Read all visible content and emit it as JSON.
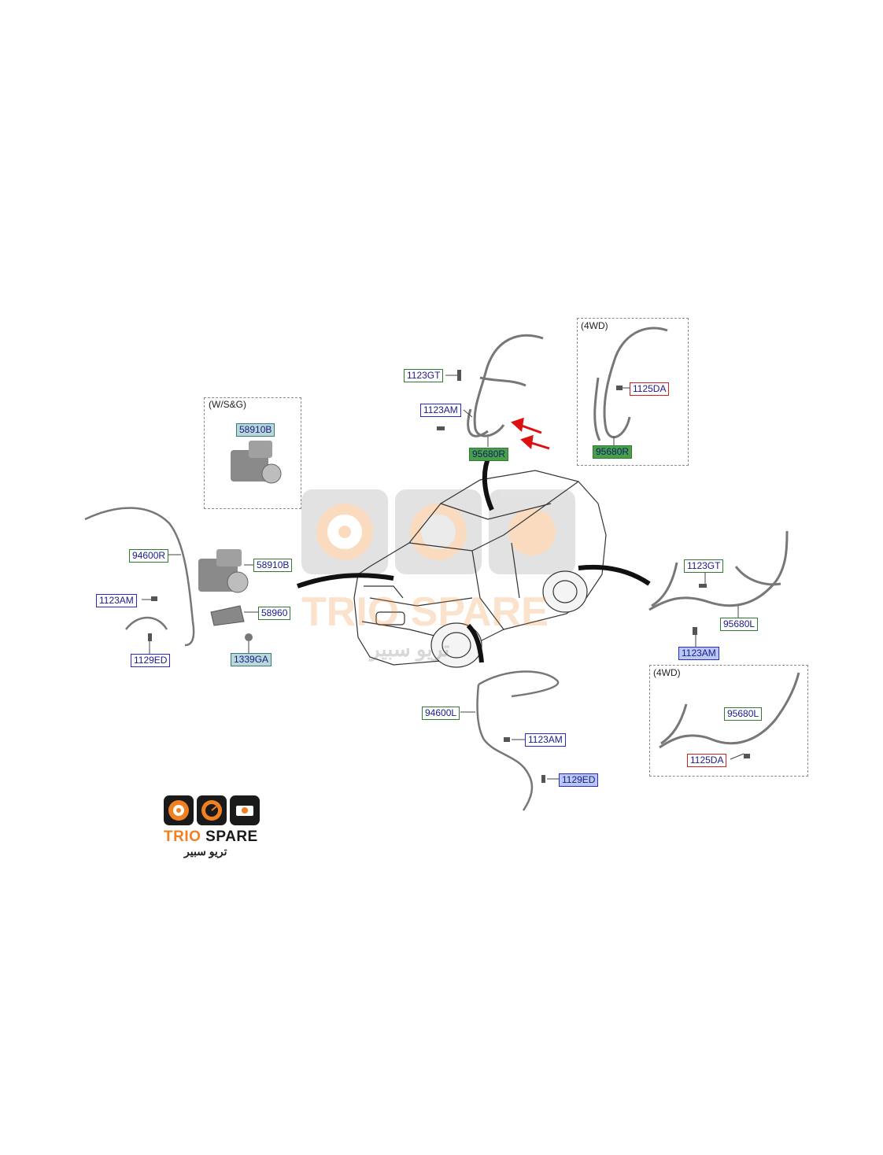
{
  "panels": {
    "wsg_caption": "(W/S&G)",
    "fourwd_top_caption": "(4WD)",
    "fourwd_bottom_caption": "(4WD)"
  },
  "labels": {
    "p58910B_wsg": "58910B",
    "p94600R": "94600R",
    "p58910B": "58910B",
    "p1123AM_left": "1123AM",
    "p58960": "58960",
    "p1129ED_left": "1129ED",
    "p1339GA": "1339GA",
    "p1123GT_top": "1123GT",
    "p1123AM_top": "1123AM",
    "p95680R": "95680R",
    "p1125DA_top": "1125DA",
    "p95680R_4wd": "95680R",
    "p1123GT_right": "1123GT",
    "p95680L": "95680L",
    "p1123AM_right": "1123AM",
    "p95680L_4wd": "95680L",
    "p1125DA_bottom": "1125DA",
    "p94600L": "94600L",
    "p1123AM_bottom": "1123AM",
    "p1129ED_bottom": "1129ED"
  },
  "watermark": {
    "text": "TRIO SPARE",
    "arabic": "تريو سبير"
  },
  "logo": {
    "title": "TRIO SPARE",
    "arabic": "تريو سبير"
  },
  "colors": {
    "orange": "#f08020",
    "dark": "#1a1a1a",
    "arrow_red": "#dd1111",
    "label_text": "#1a1a8c"
  }
}
